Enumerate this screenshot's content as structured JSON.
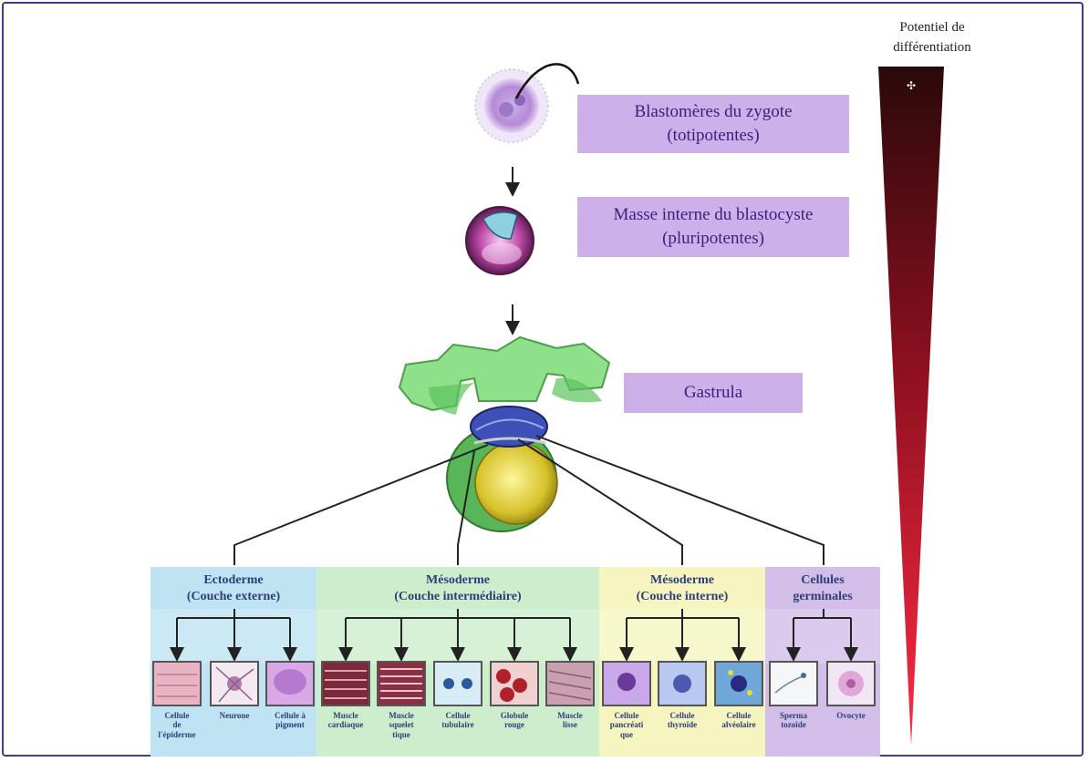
{
  "gradient": {
    "title_line1": "Potentiel de",
    "title_line2": "différentiation"
  },
  "stages": {
    "zygote": {
      "line1": "Blastomères du zygote",
      "line2": "(totipotentes)"
    },
    "blastocyst": {
      "line1": "Masse interne du blastocyste",
      "line2": "(pluripotentes)"
    },
    "gastrula": {
      "line1": "Gastrula"
    }
  },
  "layers": [
    {
      "title": "Ectoderme",
      "subtitle": "(Couche externe)",
      "color": "#bfe3f3",
      "cells": [
        [
          "Cellule",
          "de",
          "l'épiderme"
        ],
        [
          "Neurone"
        ],
        [
          "Cellule à",
          "pigment"
        ]
      ]
    },
    {
      "title": "Mésoderme",
      "subtitle": "(Couche intermédiaire)",
      "color": "#cdeecd",
      "cells": [
        [
          "Muscle",
          "cardiaque"
        ],
        [
          "Muscle",
          "squelet",
          "tique"
        ],
        [
          "Cellule",
          "tubulaire"
        ],
        [
          "Globule",
          "rouge"
        ],
        [
          "Muscle",
          "lisse"
        ]
      ]
    },
    {
      "title": "Mésoderme",
      "subtitle": "(Couche interne)",
      "color": "#f6f4bf",
      "cells": [
        [
          "Cellule",
          "pancréati",
          "que"
        ],
        [
          "Cellule",
          "thyroïde"
        ],
        [
          "Cellule",
          "alvéolaire"
        ]
      ]
    },
    {
      "title": "Cellules",
      "subtitle": "germinales",
      "color": "#d3bde9",
      "cells": [
        [
          "Sperma",
          "tozoïde"
        ],
        [
          "Ovocyte"
        ]
      ]
    }
  ]
}
